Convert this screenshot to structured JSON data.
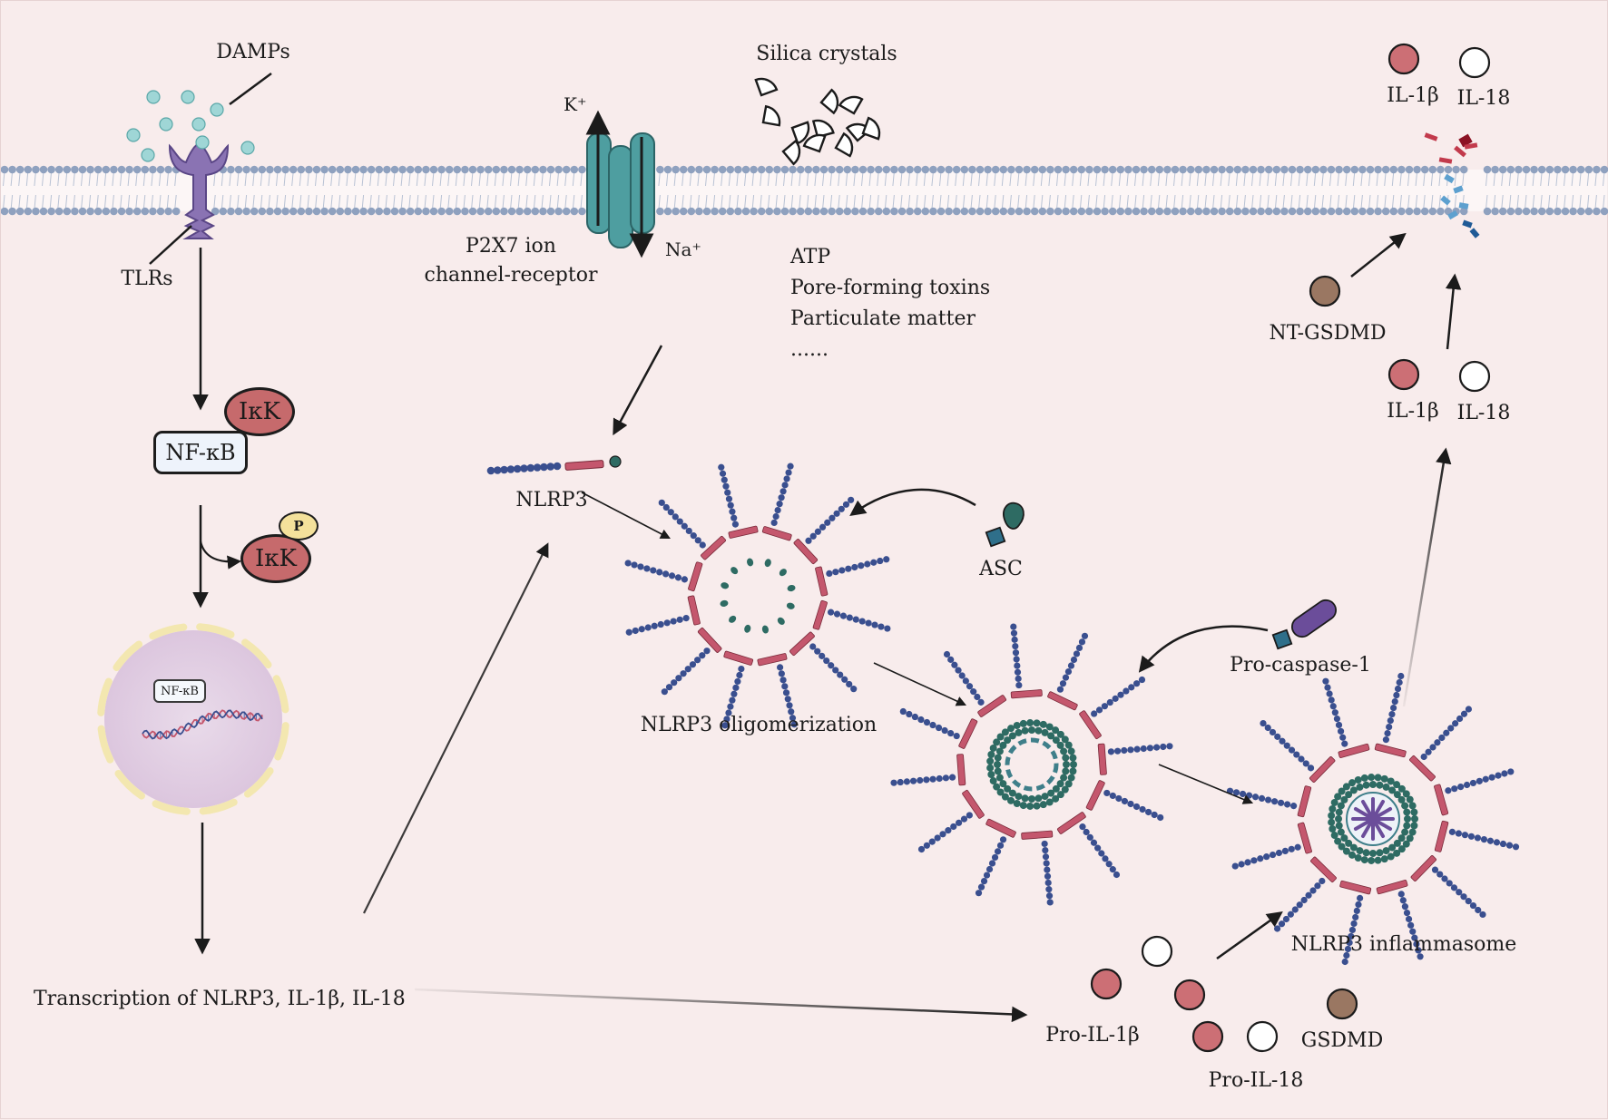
{
  "labels": {
    "damps": "DAMPs",
    "tlrs": "TLRs",
    "k_ion": "K⁺",
    "na_ion": "Na⁺",
    "p2x7": "P2X7 ion\nchannel-receptor",
    "silica": "Silica crystals",
    "triggers": "ATP\nPore-forming toxins\nParticulate matter\n......",
    "ikk_top": "IκK",
    "nfkb_box": "NF-κB",
    "p_badge": "P",
    "ikk_phos": "IκK",
    "nfkb_nucleus": "NF-κB",
    "transcription": "Transcription of NLRP3, IL-1β, IL-18",
    "nlrp3": "NLRP3",
    "asc": "ASC",
    "oligomerization": "NLRP3 oligomerization",
    "pro_caspase": "Pro-caspase-1",
    "inflammasome": "NLRP3 inflammasome",
    "pro_il1b": "Pro-IL-1β",
    "pro_il18": "Pro-IL-18",
    "gsdmd": "GSDMD",
    "nt_gsdmd": "NT-GSDMD",
    "il1b_mid": "IL-1β",
    "il18_mid": "IL-18",
    "il1b_top": "IL-1β",
    "il18_top": "IL-18"
  },
  "colors": {
    "background": "#f8ecec",
    "membrane_head": "#8fa1bf",
    "receptor": "#8a73b3",
    "channel": "#4e9ea0",
    "il1b": "#cc6f75",
    "il18": "#ffffff",
    "gsdmd": "#9a7762",
    "nucleus": "#e4d3e4",
    "nlrp3_bead": "#3a4f8f",
    "nlrp3_rod": "#c4576d",
    "asc": "#2e6b63",
    "procaspase": "#6b4d9a",
    "pore_red": "#b3283b",
    "pore_blue": "#3b7fb8"
  }
}
